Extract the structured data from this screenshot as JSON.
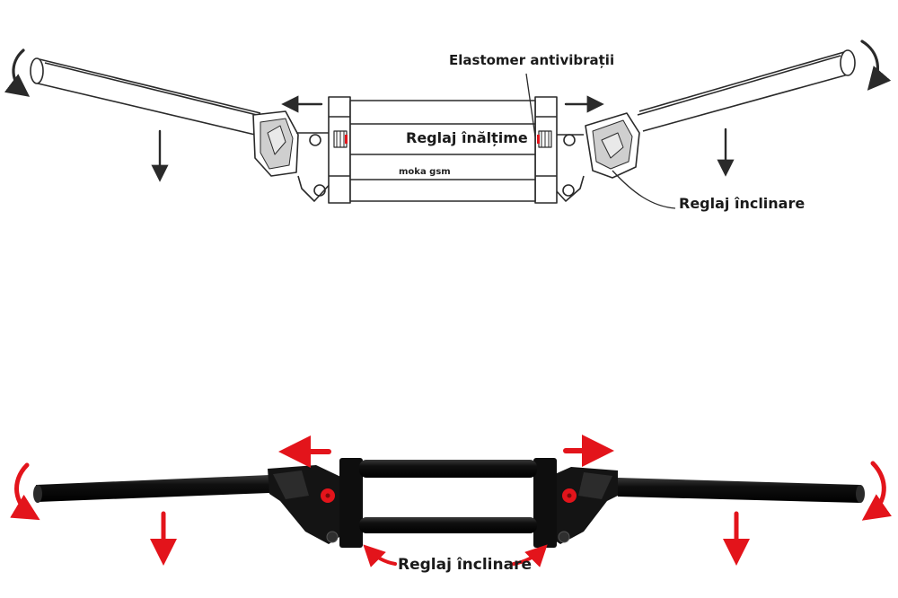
{
  "labels": {
    "elastomer": "Elastomer antivibrații",
    "height_adjust": "Reglaj înălțime",
    "brand": "moka gsm",
    "tilt_adjust_drawing": "Reglaj înclinare",
    "tilt_adjust_photo": "Reglaj înclinare"
  },
  "colors": {
    "line": "#2a2a2a",
    "accent_red": "#e3141b",
    "bar_black": "#121212",
    "background": "#ffffff"
  },
  "icons": {
    "rotation": "curved-arrow-icon",
    "down": "arrow-down-icon",
    "direction": "arrow-icon"
  }
}
